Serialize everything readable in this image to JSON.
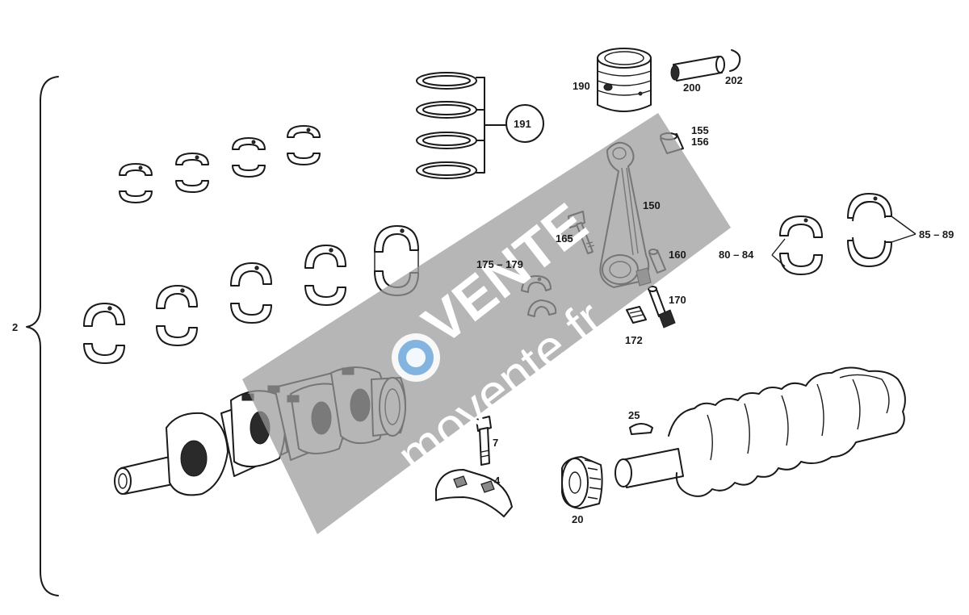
{
  "labels": {
    "assembly": "2",
    "piston_rings": "191",
    "piston": "190",
    "piston_pin": "200",
    "circlip": "202",
    "bushing_a": "155",
    "bushing_b": "156",
    "connecting_rod": "150",
    "rod_bolt": "165",
    "thrust_bearings": "175 – 179",
    "dowel": "160",
    "rod_cap_bolt": "170",
    "rod_nut": "172",
    "main_bearings_a": "80 – 84",
    "main_bearings_b": "85 – 89",
    "main_bolt": "7",
    "bearing_cap": "4",
    "woodruff_key": "25",
    "timing_gear": "20"
  },
  "watermark": {
    "brand": "VENTE",
    "site": "movente.fr",
    "color": "#9a9a9a"
  }
}
